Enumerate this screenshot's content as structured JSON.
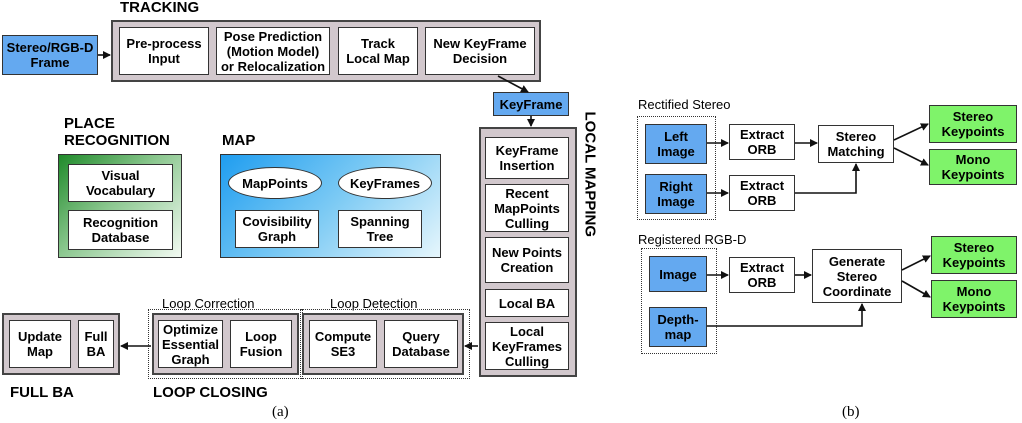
{
  "panel_a": {
    "tracking": {
      "title": "TRACKING",
      "input": "Stereo/RGB-D\nFrame",
      "steps": [
        "Pre-process\nInput",
        "Pose Prediction\n(Motion Model)\nor Relocalization",
        "Track\nLocal Map",
        "New KeyFrame\nDecision"
      ]
    },
    "keyframe": "KeyFrame",
    "local_mapping": {
      "title": "LOCAL MAPPING",
      "steps": [
        "KeyFrame\nInsertion",
        "Recent\nMapPoints\nCulling",
        "New Points\nCreation",
        "Local BA",
        "Local\nKeyFrames\nCulling"
      ]
    },
    "place_recognition": {
      "title": "PLACE\nRECOGNITION",
      "items": [
        "Visual\nVocabulary",
        "Recognition\nDatabase"
      ]
    },
    "map": {
      "title": "MAP",
      "items": [
        "MapPoints",
        "KeyFrames",
        "Covisibility\nGraph",
        "Spanning\nTree"
      ]
    },
    "loop_closing": {
      "title": "LOOP CLOSING",
      "correction_label": "Loop Correction",
      "detection_label": "Loop Detection",
      "correction_steps": [
        "Optimize\nEssential\nGraph",
        "Loop\nFusion"
      ],
      "detection_steps": [
        "Compute\nSE3",
        "Query\nDatabase"
      ]
    },
    "full_ba": {
      "title": "FULL BA",
      "steps": [
        "Update\nMap",
        "Full\nBA"
      ]
    },
    "caption": "(a)"
  },
  "panel_b": {
    "stereo": {
      "label": "Rectified Stereo",
      "inputs": [
        "Left\nImage",
        "Right\nImage"
      ],
      "extract": [
        "Extract\nORB",
        "Extract\nORB"
      ],
      "process": "Stereo\nMatching",
      "outputs": [
        "Stereo\nKeypoints",
        "Mono\nKeypoints"
      ]
    },
    "rgbd": {
      "label": "Registered RGB-D",
      "inputs": [
        "Image",
        "Depth-\nmap"
      ],
      "extract": "Extract\nORB",
      "process": "Generate\nStereo\nCoordinate",
      "outputs": [
        "Stereo\nKeypoints",
        "Mono\nKeypoints"
      ]
    },
    "caption": "(b)"
  },
  "colors": {
    "blue_box": "#64a9f0",
    "green_box": "#7ff36a",
    "frame_gray": "#d2c8cd",
    "map_gradient": [
      "#1f9df0",
      "#e6f6fc"
    ],
    "place_gradient": [
      "#1f8a2a",
      "#f2faf2"
    ]
  }
}
